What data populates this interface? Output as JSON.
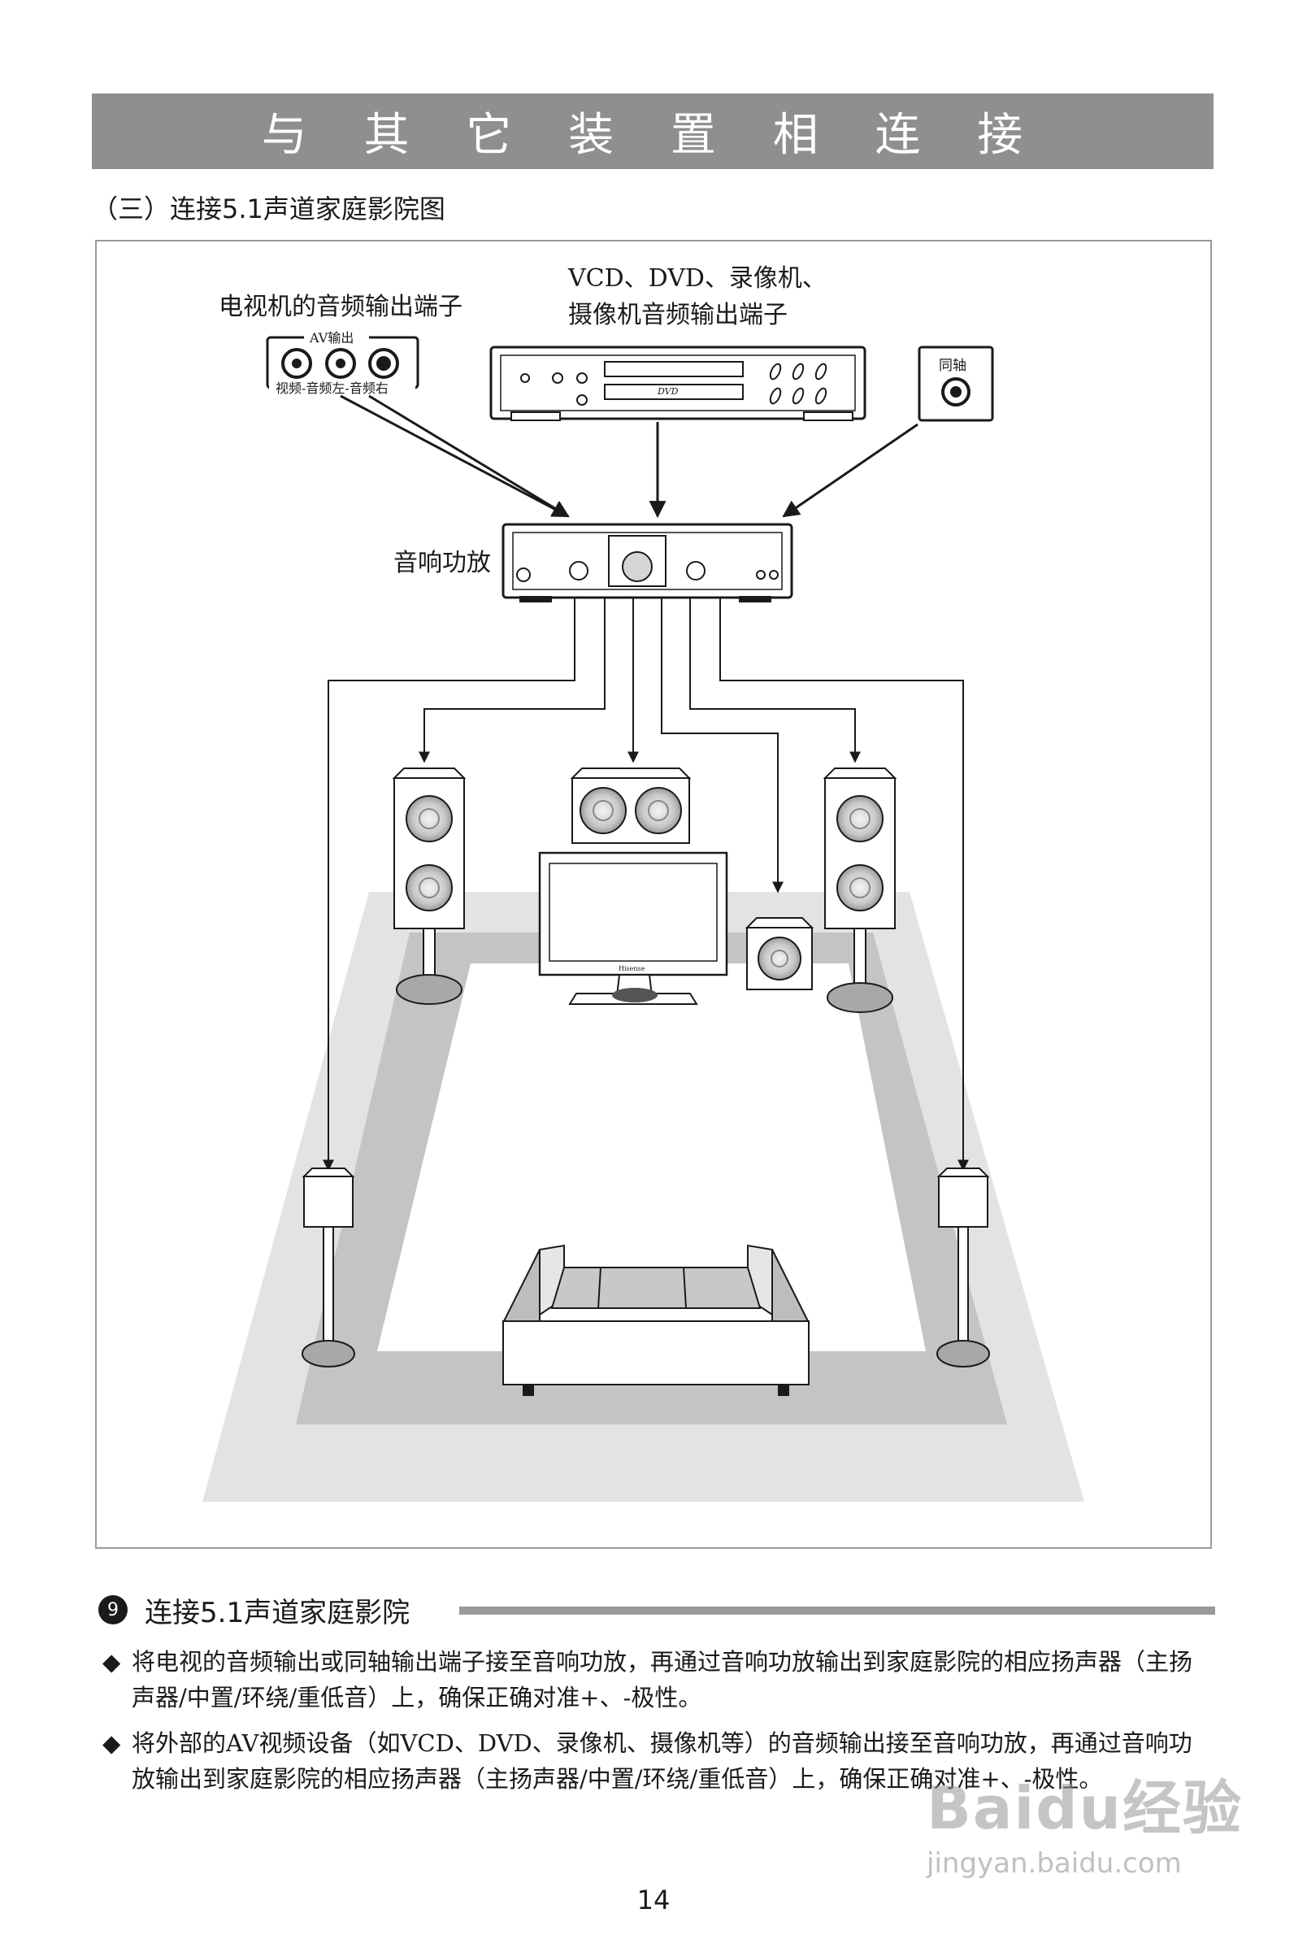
{
  "header": {
    "title": "与 其 它 装 置 相 连 接",
    "subtitle": "（三）连接5.1声道家庭影院图"
  },
  "diagram": {
    "tv_output_label": "电视机的音频输出端子",
    "av_output_label": "AV输出",
    "av_jacks_label": "视频-音频左-音频右",
    "player_label_line1": "VCD、DVD、录像机、",
    "player_label_line2": "摄像机音频输出端子",
    "dvd_logo": "DVD",
    "coax_label": "同轴",
    "amp_label": "音响功放",
    "tv_brand": "Hisense"
  },
  "section": {
    "number": "9",
    "heading": "连接5.1声道家庭影院",
    "bullet_mark": "◆",
    "bullets": [
      "将电视的音频输出或同轴输出端子接至音响功放，再通过音响功放输出到家庭影院的相应扬声器（主扬声器/中置/环绕/重低音）上，确保正确对准+、-极性。",
      "将外部的AV视频设备（如VCD、DVD、录像机、摄像机等）的音频输出接至音响功放，再通过音响功放输出到家庭影院的相应扬声器（主扬声器/中置/环绕/重低音）上，确保正确对准+、-极性。"
    ]
  },
  "page_number": "14",
  "watermark": {
    "top": "Baidu经验",
    "bottom": "jingyan.baidu.com"
  }
}
